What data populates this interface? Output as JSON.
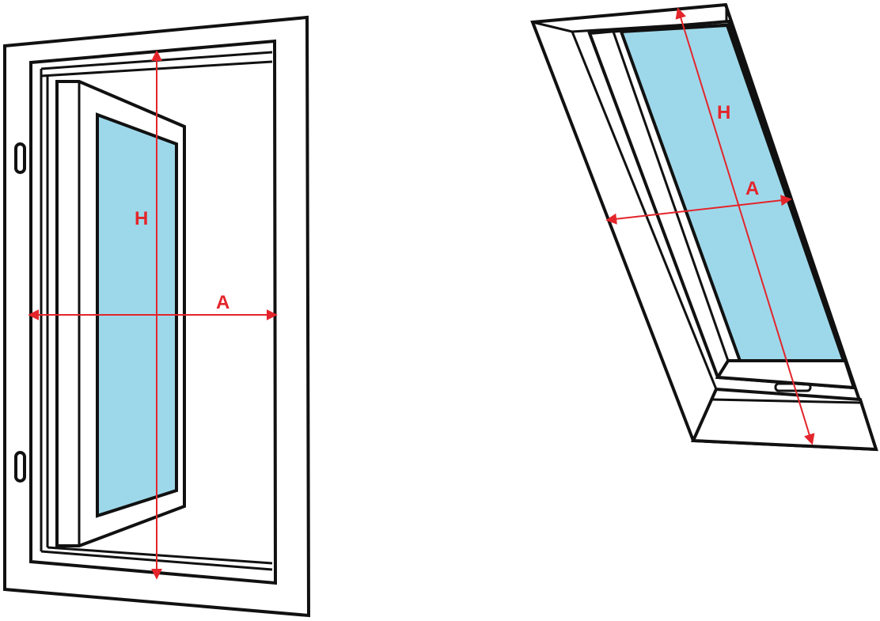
{
  "colors": {
    "glass": "#9dd8ea",
    "frame_wood": "#f0e3b2",
    "outline": "#111111",
    "dimension": "#e3252b",
    "handle": "#cfcfcf"
  },
  "window_left": {
    "height_label": "H",
    "width_label": "A"
  },
  "window_right": {
    "height_label": "H",
    "width_label": "A"
  }
}
